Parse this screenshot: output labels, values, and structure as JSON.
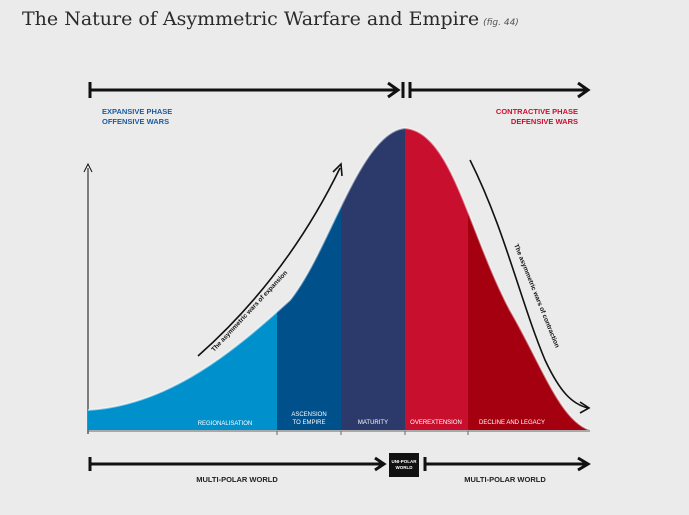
{
  "title": "The Nature of Asymmetric Warfare and Empire",
  "figure_ref": "(fig. 44)",
  "phases": {
    "expansive": {
      "line1": "EXPANSIVE PHASE",
      "line2": "OFFENSIVE WARS"
    },
    "contractive": {
      "line1": "CONTRACTIVE PHASE",
      "line2": "DEFENSIVE WARS"
    }
  },
  "curve_labels": {
    "expansion": "The asymmetric wars of expansion",
    "contraction": "The asymmetric wars of contraction"
  },
  "stages": [
    {
      "label": "REGIONALISATION",
      "color": "#0090cc"
    },
    {
      "label1": "ASCENSION",
      "label2": "TO EMPIRE",
      "color": "#00508c"
    },
    {
      "label": "MATURITY",
      "color": "#2b3a6a"
    },
    {
      "label": "OVEREXTENSION",
      "color": "#c8102e"
    },
    {
      "label": "DECLINE AND LEGACY",
      "color": "#a50010"
    }
  ],
  "world": {
    "left": "MULTI-POLAR WORLD",
    "center1": "UNI-POLAR",
    "center2": "WORLD",
    "right": "MULTI-POLAR WORLD"
  },
  "colors": {
    "expansive_text": "#1a5c9e",
    "contractive_text": "#c8102e",
    "arrows": "#111111"
  }
}
